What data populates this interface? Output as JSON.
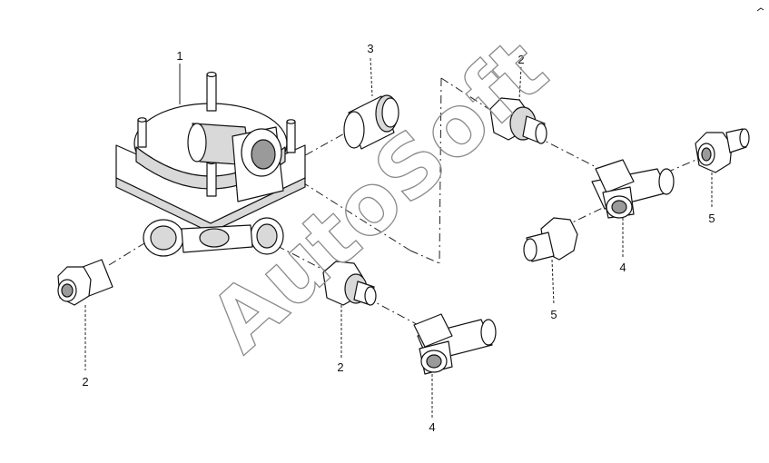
{
  "watermark": "AutoSoft",
  "callouts": {
    "valve": "1",
    "fitting_top": "2",
    "fitting_left": "2",
    "fitting_mid": "2",
    "plug": "3",
    "tee_mid": "4",
    "tee_right": "4",
    "connector_lower": "5",
    "connector_right": "5"
  }
}
